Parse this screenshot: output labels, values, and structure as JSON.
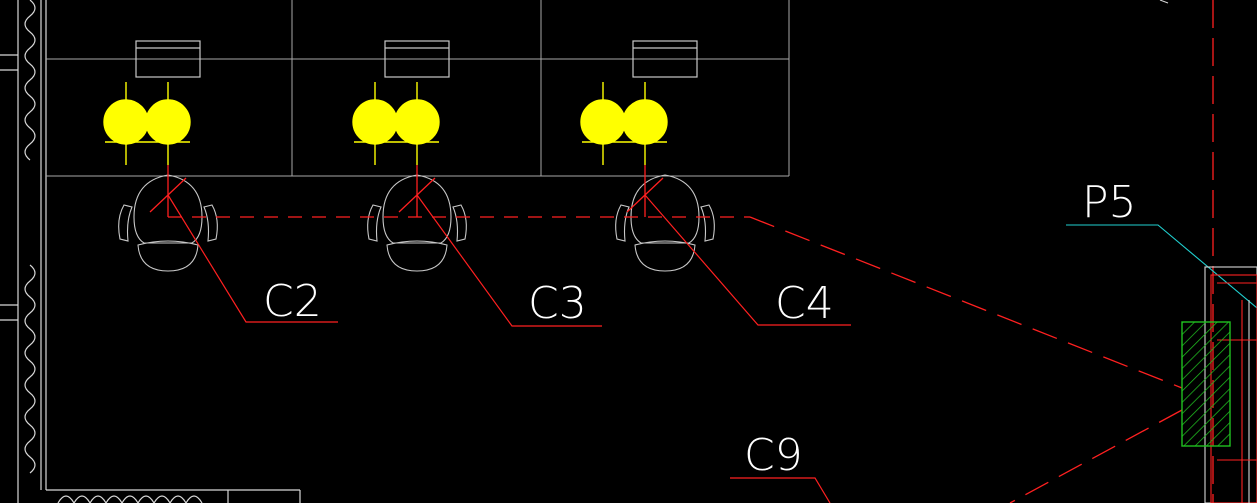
{
  "drawing": {
    "background_color": "#000000",
    "colors": {
      "wall": "#d8d8d8",
      "furniture": "#c8c8c8",
      "desk_outline": "#a8a8a8",
      "outlet_fill": "#ffff00",
      "outlet_stroke": "#ffff00",
      "cable_route": "#ff2020",
      "leader_line": "#ff2020",
      "panel_leader": "#20d0d0",
      "panel_hatch": "#20c020",
      "label_text": "#ffffff"
    },
    "workstations": [
      {
        "id": "C2",
        "label": "C2"
      },
      {
        "id": "C3",
        "label": "C3"
      },
      {
        "id": "C4",
        "label": "C4"
      }
    ],
    "circuit_labels": [
      {
        "id": "C9",
        "label": "C9"
      }
    ],
    "panel": {
      "id": "P5",
      "label": "P5"
    }
  }
}
